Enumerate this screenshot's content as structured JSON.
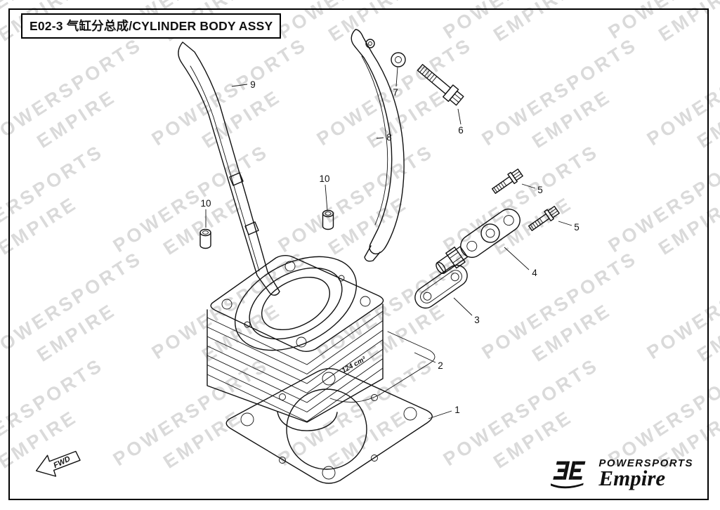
{
  "title": {
    "full": "E02-3 气缸分总成/CYLINDER BODY ASSY"
  },
  "watermark": {
    "line1": "POWERSPORTS",
    "line2": "EMPIRE",
    "color": "#dadada"
  },
  "callouts": [
    {
      "number": "9"
    },
    {
      "number": "8"
    },
    {
      "number": "7"
    },
    {
      "number": "6"
    },
    {
      "number": "5"
    },
    {
      "number": "5"
    },
    {
      "number": "4"
    },
    {
      "number": "3"
    },
    {
      "number": "2"
    },
    {
      "number": "1"
    },
    {
      "number": "10"
    },
    {
      "number": "10"
    }
  ],
  "cylinder_marking": "124 cm³",
  "direction_indicator": {
    "label": "FWD"
  },
  "logo": {
    "line1": "POWERSPORTS",
    "line2": "Empire"
  },
  "colors": {
    "line": "#111111",
    "background": "#ffffff"
  }
}
